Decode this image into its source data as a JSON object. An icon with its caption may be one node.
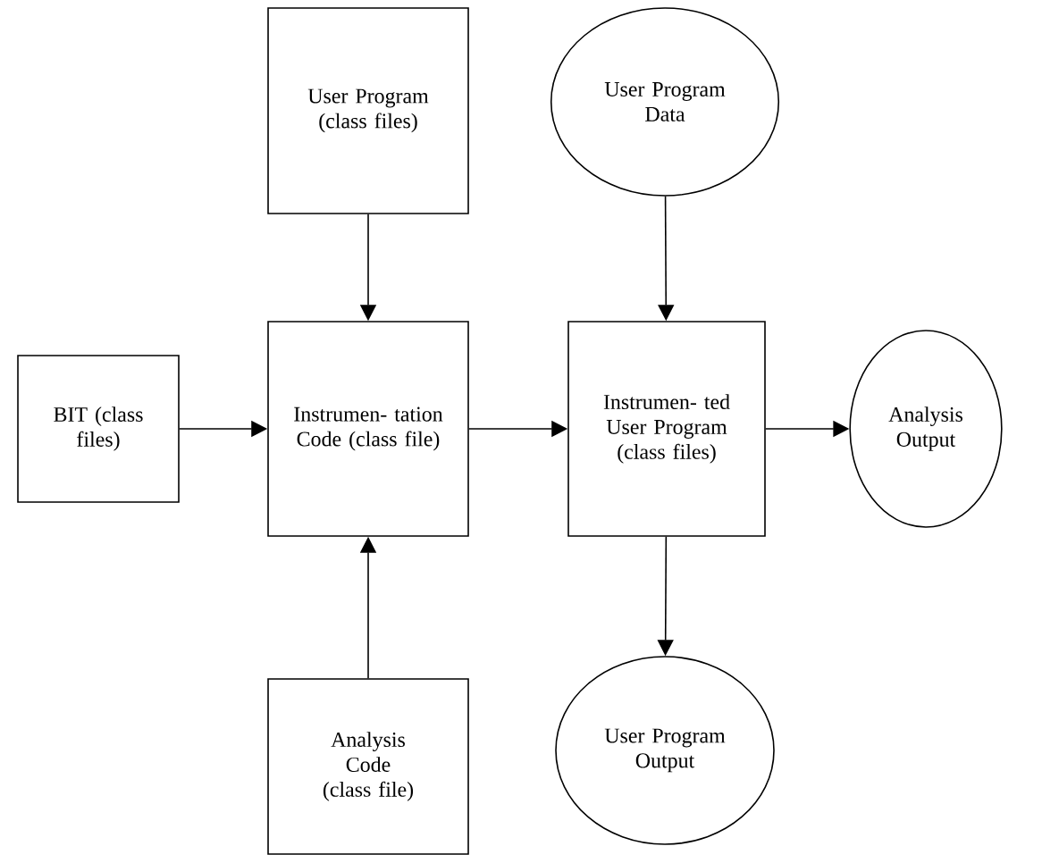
{
  "diagram": {
    "nodes": [
      {
        "text": [
          "User Program (class files)"
        ]
      },
      {
        "text": [
          "User Program Data"
        ]
      },
      {
        "text": [
          "BIT (class files)"
        ]
      },
      {
        "text": [
          "Instrumen- tation Code (class file)"
        ]
      },
      {
        "text": [
          "Instrumen- ted User Program (class files)"
        ]
      },
      {
        "text": [
          "Analysis Output"
        ]
      },
      {
        "text": [
          "Analysis Code (class file)"
        ]
      },
      {
        "text": [
          "User Program Output"
        ]
      }
    ],
    "edges": [
      {
        "from": 0,
        "to": 3,
        "arrow": "to"
      },
      {
        "from": 2,
        "to": 3,
        "arrow": "to"
      },
      {
        "from": 6,
        "to": 3,
        "arrow": "to"
      },
      {
        "from": 3,
        "to": 4,
        "arrow": "to"
      },
      {
        "from": 1,
        "to": 4,
        "arrow": "to"
      },
      {
        "from": 4,
        "to": 5,
        "arrow": "to"
      },
      {
        "from": 4,
        "to": 7,
        "arrow": "to"
      }
    ]
  }
}
